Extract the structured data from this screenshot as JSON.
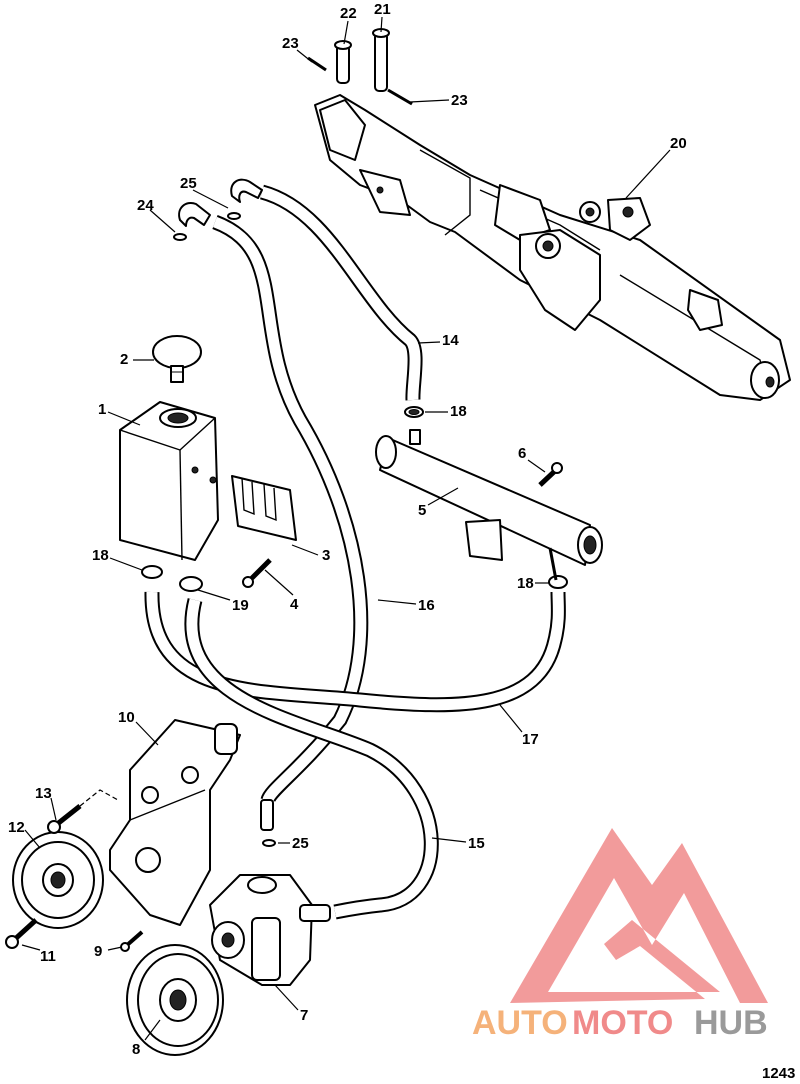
{
  "callouts": [
    {
      "id": "c22",
      "text": "22"
    },
    {
      "id": "c21",
      "text": "21"
    },
    {
      "id": "c23a",
      "text": "23"
    },
    {
      "id": "c23b",
      "text": "23"
    },
    {
      "id": "c20",
      "text": "20"
    },
    {
      "id": "c25a",
      "text": "25"
    },
    {
      "id": "c24",
      "text": "24"
    },
    {
      "id": "c14",
      "text": "14"
    },
    {
      "id": "c2",
      "text": "2"
    },
    {
      "id": "c18a",
      "text": "18"
    },
    {
      "id": "c1",
      "text": "1"
    },
    {
      "id": "c6",
      "text": "6"
    },
    {
      "id": "c5",
      "text": "5"
    },
    {
      "id": "c3",
      "text": "3"
    },
    {
      "id": "c18b",
      "text": "18"
    },
    {
      "id": "c18c",
      "text": "18"
    },
    {
      "id": "c19",
      "text": "19"
    },
    {
      "id": "c4",
      "text": "4"
    },
    {
      "id": "c16",
      "text": "16"
    },
    {
      "id": "c17",
      "text": "17"
    },
    {
      "id": "c10",
      "text": "10"
    },
    {
      "id": "c13",
      "text": "13"
    },
    {
      "id": "c12",
      "text": "12"
    },
    {
      "id": "c25b",
      "text": "25"
    },
    {
      "id": "c15",
      "text": "15"
    },
    {
      "id": "c9",
      "text": "9"
    },
    {
      "id": "c11",
      "text": "11"
    },
    {
      "id": "c7",
      "text": "7"
    },
    {
      "id": "c8",
      "text": "8"
    }
  ],
  "figure_number": "1243",
  "watermark": {
    "text_part1": "AUTO",
    "text_part2": "MOTO",
    "text_part3": "HUB",
    "color_orange": "#f5b27a",
    "color_red": "#f08a8a",
    "color_gray": "#9a9a9a"
  }
}
